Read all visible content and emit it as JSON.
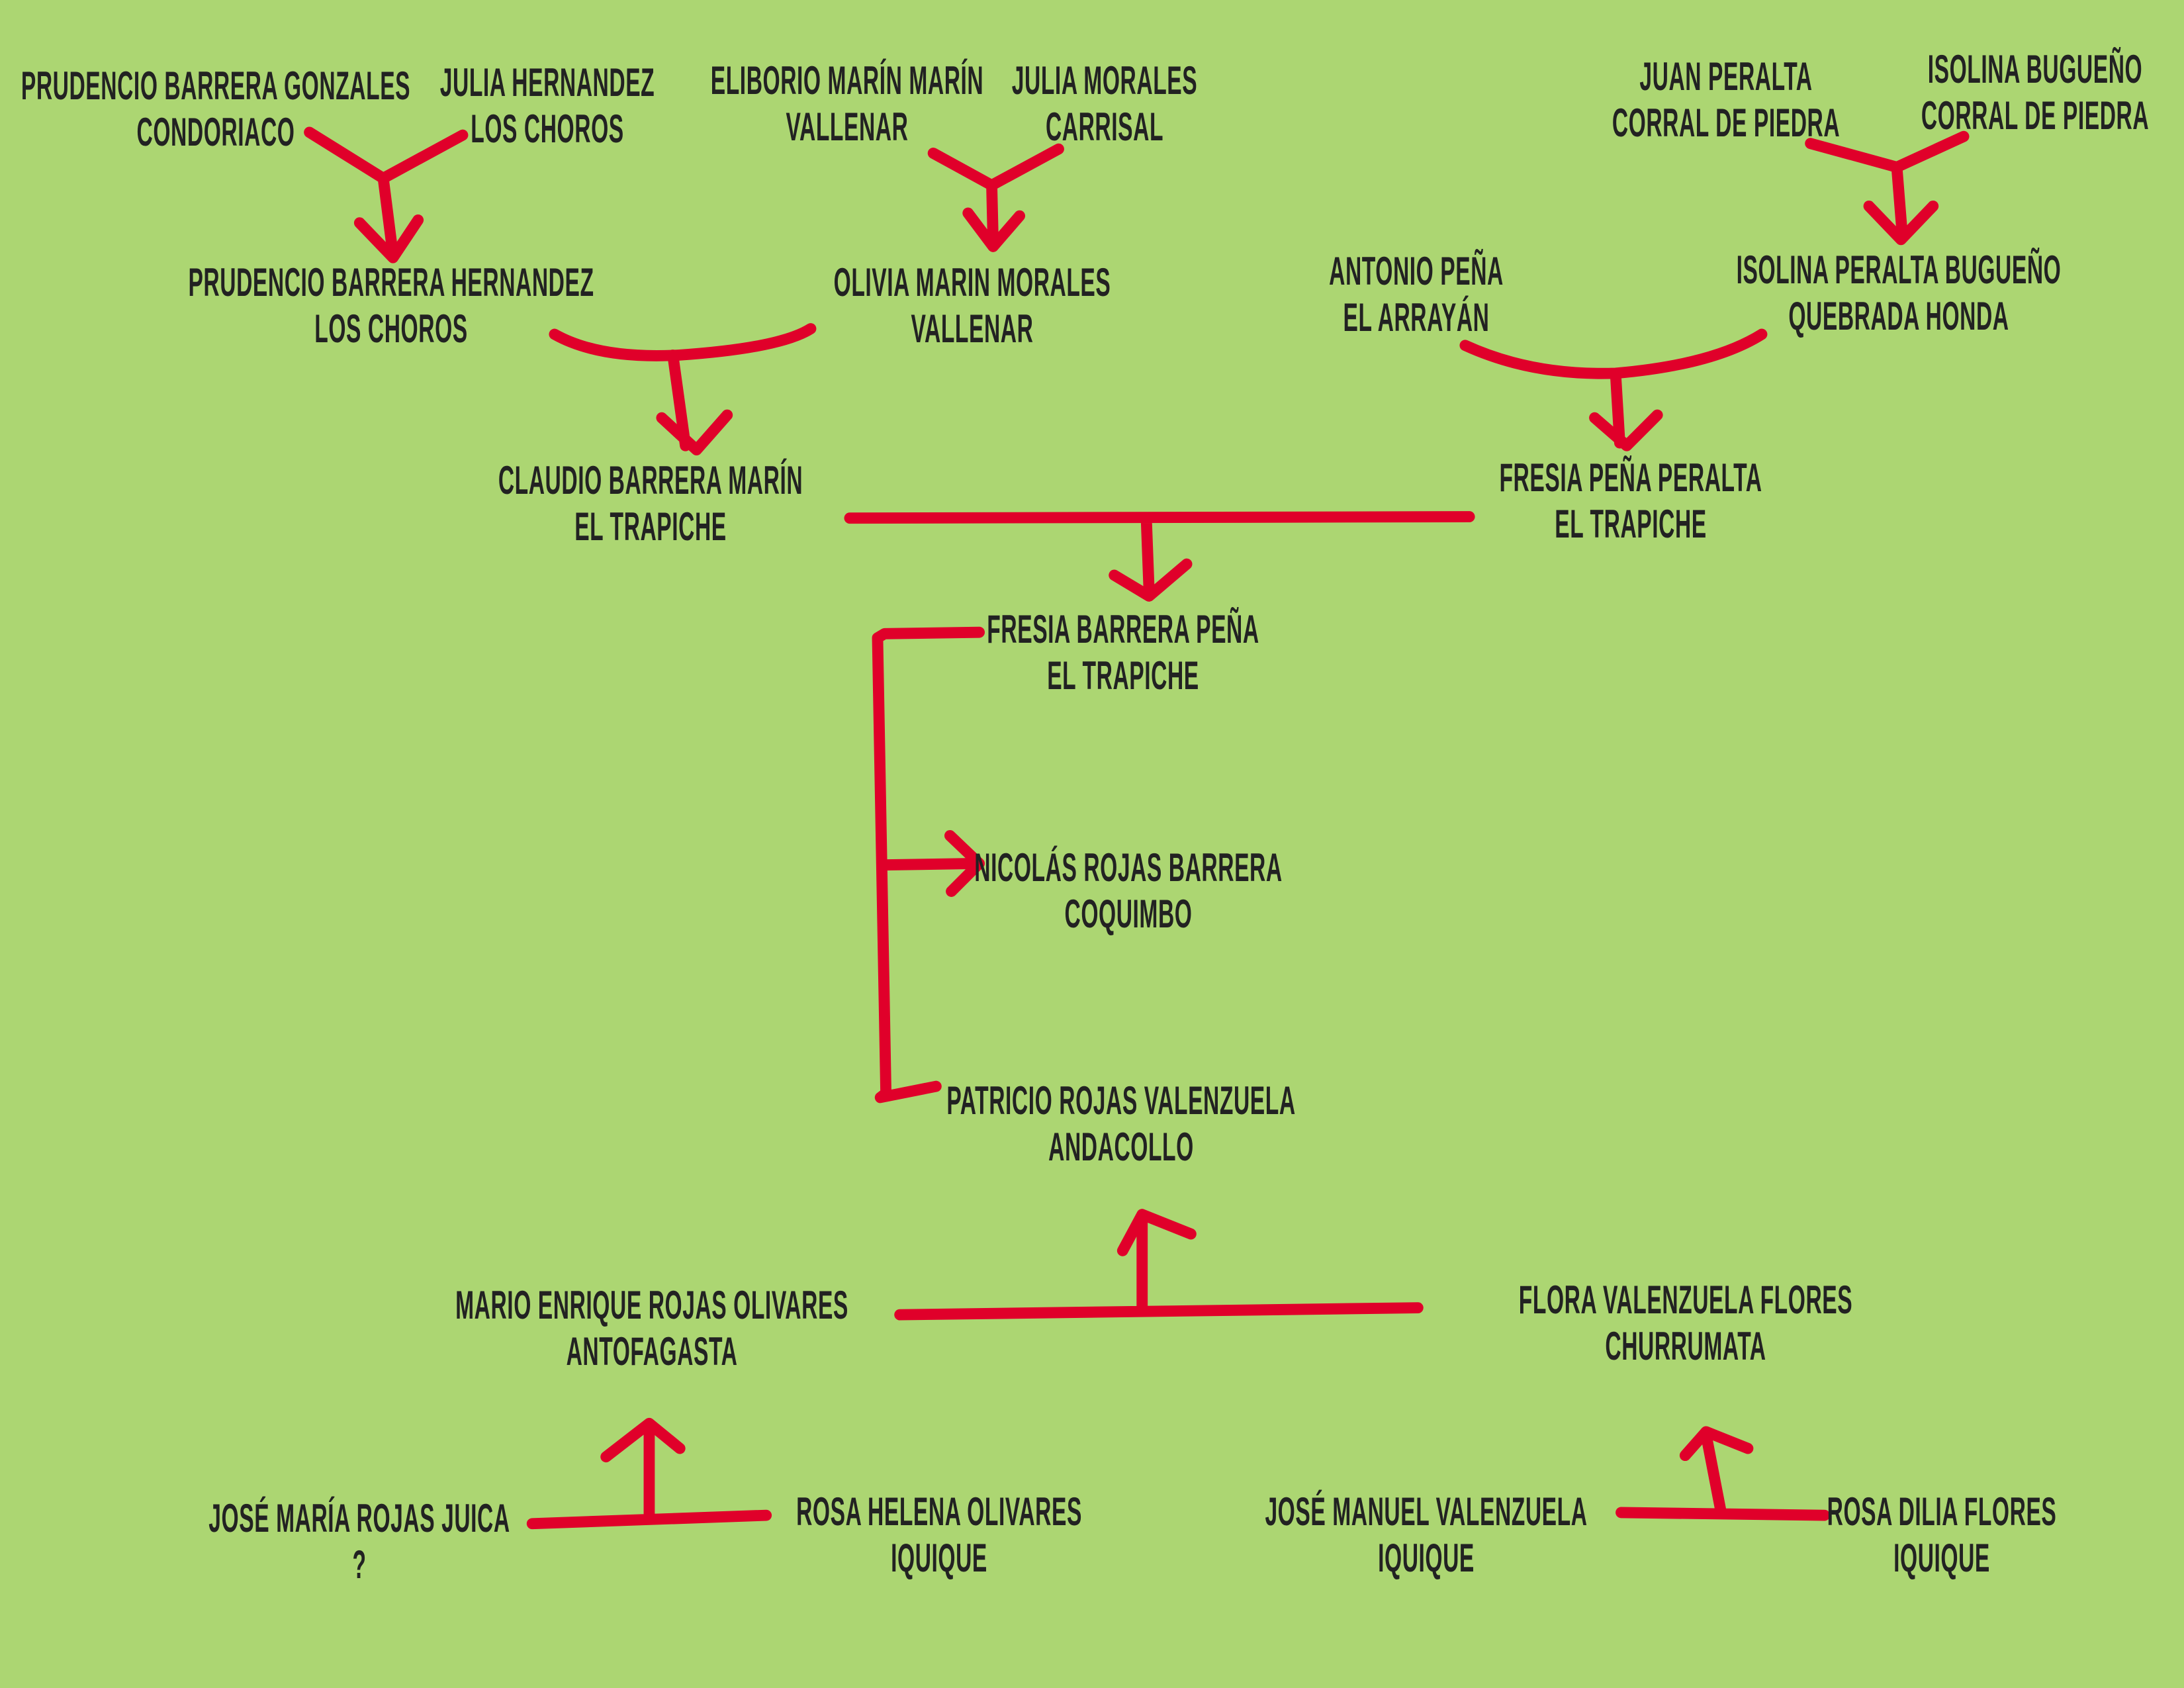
{
  "colors": {
    "background": "#acd672",
    "line": "#e0002a",
    "text": "#222222"
  },
  "people": [
    {
      "name": "PRUDENCIO BARRERA GONZALES",
      "place": "CONDORIACO"
    },
    {
      "name": "JULIA HERNANDEZ",
      "place": "LOS CHOROS"
    },
    {
      "name": "ELIBORIO MARÍN MARÍN",
      "place": "VALLENAR"
    },
    {
      "name": "JULIA MORALES",
      "place": "CARRISAL"
    },
    {
      "name": "JUAN PERALTA",
      "place": "CORRAL DE PIEDRA"
    },
    {
      "name": "ISOLINA BUGUEÑO",
      "place": "CORRAL DE PIEDRA"
    },
    {
      "name": "PRUDENCIO BARRERA HERNANDEZ",
      "place": "LOS CHOROS"
    },
    {
      "name": "OLIVIA MARIN MORALES",
      "place": "VALLENAR"
    },
    {
      "name": "ANTONIO PEÑA",
      "place": "EL ARRAYÁN"
    },
    {
      "name": "ISOLINA PERALTA BUGUEÑO",
      "place": "QUEBRADA HONDA"
    },
    {
      "name": "CLAUDIO BARRERA MARÍN",
      "place": "EL TRAPICHE"
    },
    {
      "name": "FRESIA PEÑA PERALTA",
      "place": "EL TRAPICHE"
    },
    {
      "name": "FRESIA BARRERA PEÑA",
      "place": "EL TRAPICHE"
    },
    {
      "name": "NICOLÁS ROJAS BARRERA",
      "place": "COQUIMBO"
    },
    {
      "name": "PATRICIO ROJAS VALENZUELA",
      "place": "ANDACOLLO"
    },
    {
      "name": "MARIO ENRIQUE ROJAS OLIVARES",
      "place": "ANTOFAGASTA"
    },
    {
      "name": "FLORA VALENZUELA FLORES",
      "place": "CHURRUMATA"
    },
    {
      "name": "JOSÉ MARÍA ROJAS JUICA",
      "place": "?"
    },
    {
      "name": "ROSA HELENA OLIVARES",
      "place": "IQUIQUE"
    },
    {
      "name": "JOSÉ MANUEL VALENZUELA",
      "place": "IQUIQUE"
    },
    {
      "name": "ROSA DILIA FLORES",
      "place": "IQUIQUE"
    }
  ]
}
